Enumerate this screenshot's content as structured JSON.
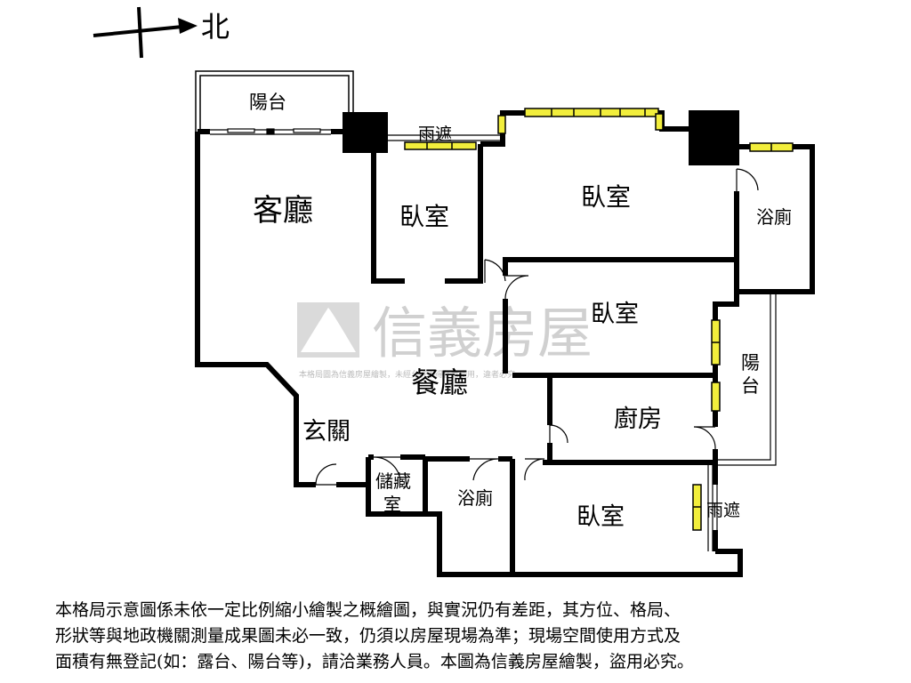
{
  "compass": {
    "label": "北"
  },
  "rooms": {
    "balcony_top": "陽台",
    "canopy_top": "雨遮",
    "living_room": "客廳",
    "bedroom_small": "臥室",
    "bedroom_master": "臥室",
    "bath_master": "浴廁",
    "bedroom_middle": "臥室",
    "balcony_right_1": "陽",
    "balcony_right_2": "台",
    "dining_room": "餐廳",
    "kitchen": "廚房",
    "foyer": "玄關",
    "storage_1": "儲藏",
    "storage_2": "室",
    "bath_lower": "浴廁",
    "bedroom_lower": "臥室",
    "canopy_right": "雨遮"
  },
  "watermark": {
    "brand": "信義房屋",
    "note": "本格局圖為信義房屋繪製，未經允許不得任意使用，違者必究"
  },
  "disclaimer": {
    "line1": "本格局示意圖係未依一定比例縮小繪製之概繪圖，與實況仍有差距，其方位、格局、",
    "line2": "形狀等與地政機關測量成果圖未必一致，仍須以房屋現場為準；現場空間使用方式及",
    "line3": "面積有無登記(如：露台、陽台等)，請洽業務人員。本圖為信義房屋繪製，盜用必究。"
  },
  "colors": {
    "wall": "#000000",
    "window_fill": "#f2ee3c",
    "watermark": "#c8c8c8"
  }
}
